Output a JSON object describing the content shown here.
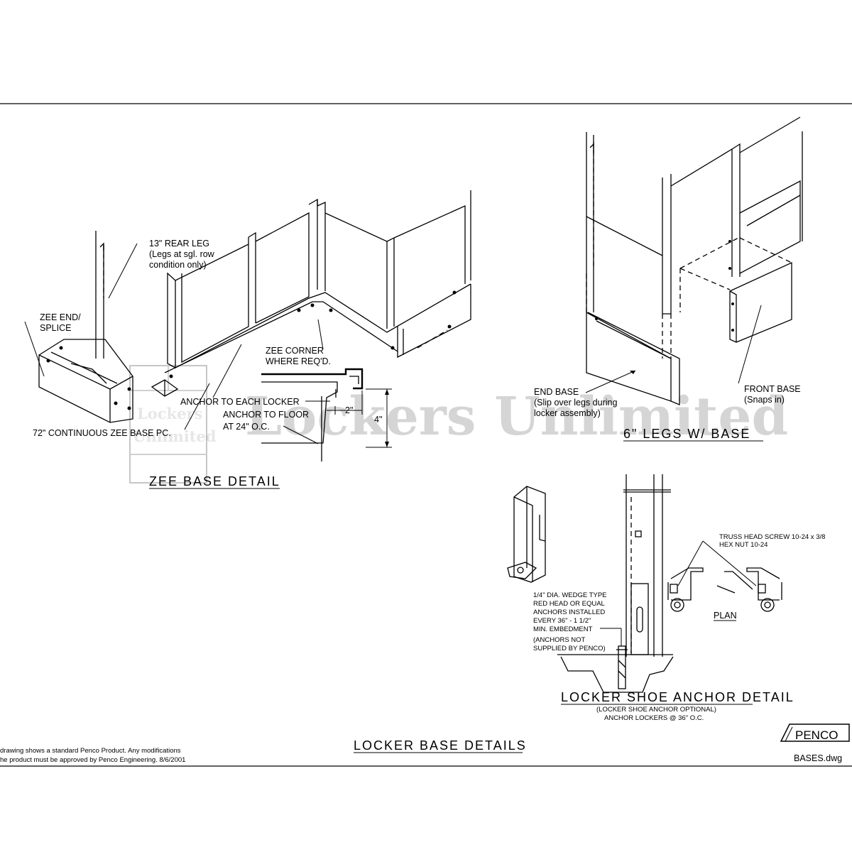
{
  "watermark": {
    "text": "Lockers Unlimited",
    "logo_words": [
      "Lockers",
      "Unlimited"
    ]
  },
  "zee_base": {
    "title": "ZEE BASE DETAIL",
    "labels": {
      "rear_leg": "13\" REAR LEG",
      "rear_leg_note1": "(Legs at sgl. row",
      "rear_leg_note2": "condition only)",
      "zee_end": "ZEE END/",
      "splice": "SPLICE",
      "zee_corner": "ZEE CORNER",
      "where_reqd": "WHERE REQ'D.",
      "anchor_locker": "ANCHOR TO EACH LOCKER",
      "anchor_floor": "ANCHOR TO FLOOR",
      "anchor_floor_oc": "AT 24\" O.C.",
      "continuous": "72\" CONTINUOUS ZEE BASE PC.",
      "dim_2": "2\"",
      "dim_4": "4\""
    }
  },
  "legs_base": {
    "title": "6\" LEGS W/ BASE",
    "labels": {
      "end_base": "END BASE",
      "end_base_note1": "(Slip over legs during",
      "end_base_note2": "locker assembly)",
      "front_base": "FRONT BASE",
      "front_base_note": "(Snaps in)"
    }
  },
  "shoe_anchor": {
    "title": "LOCKER SHOE ANCHOR DETAIL",
    "subtitle1": "(LOCKER SHOE ANCHOR OPTIONAL)",
    "subtitle2": "ANCHOR LOCKERS @ 36\" O.C.",
    "labels": {
      "truss1": "TRUSS HEAD SCREW 10-24 x 3/8",
      "truss2": "HEX NUT 10-24",
      "plan": "PLAN",
      "wedge1": "1/4\" DIA. WEDGE TYPE",
      "wedge2": "RED HEAD OR EQUAL",
      "wedge3": "ANCHORS INSTALLED",
      "wedge4": "EVERY 36\" - 1 1/2\"",
      "wedge5": "MIN. EMBEDMENT",
      "wedge6": "(ANCHORS NOT",
      "wedge7": "SUPPLIED BY PENCO)"
    }
  },
  "footer": {
    "sheet_title": "LOCKER BASE DETAILS",
    "note1": "drawing shows a standard Penco Product. Any modifications",
    "note2": "he product must be approved by Penco Engineering. 8/6/2001",
    "logo": "PENCO",
    "filename": "BASES.dwg"
  }
}
